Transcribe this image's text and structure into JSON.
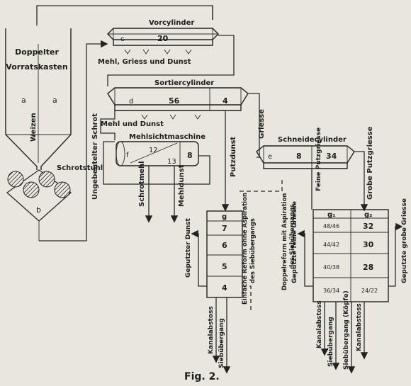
{
  "labels": {
    "storage_box": "Doppelter Vorratskasten",
    "storage_a_left": "a",
    "storage_a_right": "a",
    "wheat": "Weizen",
    "crusher": "Schrotstuhl",
    "crusher_b": "b",
    "unsifted_shot": "Ungebeutelter Schrot",
    "precylinder_title": "Vorcylinder",
    "precylinder_c": "c",
    "precylinder_20": "20",
    "out_meal_grits_dust": "Mehl, Griess und  Dunst",
    "sorting_title": "Sortiercylinder",
    "sorting_d": "d",
    "sorting_56": "56",
    "sorting_4": "4",
    "out_meal_dust": "Mehl und Dunst",
    "grits": "Griesse",
    "sifter_title": "Mehlsichtmaschine",
    "sifter_f": "f",
    "sifter_12": "12",
    "sifter_13": "13",
    "sifter_8": "8",
    "cleaning_dust": "Putzdunst",
    "cutting_title": "Schneidecylinder",
    "cutting_e": "e",
    "cutting_8": "8",
    "cutting_34": "34",
    "fine_cleaning_grits": "Feine Putzgriesse",
    "coarse_cleaning_grits": "Grobe Putzgriesse",
    "shot_meal": "Schrotmehl",
    "meal_dust": "Mehldunst",
    "g_label": "g",
    "g_numbers": [
      "7",
      "6",
      "5",
      "4"
    ],
    "simple_reform": "Einfache Reform ohne Aspiration des Siebübergangs",
    "cleaned_dust": "Geputzter Dunst",
    "canal_waste_1": "Kanalabstoss",
    "sieve_overflow_1": "Siebübergang",
    "g1_label": "g₁",
    "g2_label": "g₂",
    "g1_numbers": [
      "48/46",
      "44/42",
      "40/38",
      "36/34"
    ],
    "g2_numbers": [
      "32",
      "30",
      "28",
      "24/22"
    ],
    "double_reform": "Doppelreform mit Aspiration des Siebübergangs",
    "cleaned_fine_grits": "Geputzte feine Griesse",
    "cleaned_coarse_grits": "Geputzte grobe Griesse",
    "canal_waste_2": "Kanalabstoss",
    "sieve_overflow_2": "Siebübergang",
    "sieve_overflow_heads": "Siebübergang (Köpfe)",
    "canal_waste_3": "Kanalabstoss",
    "caption": "Fig. 2."
  }
}
